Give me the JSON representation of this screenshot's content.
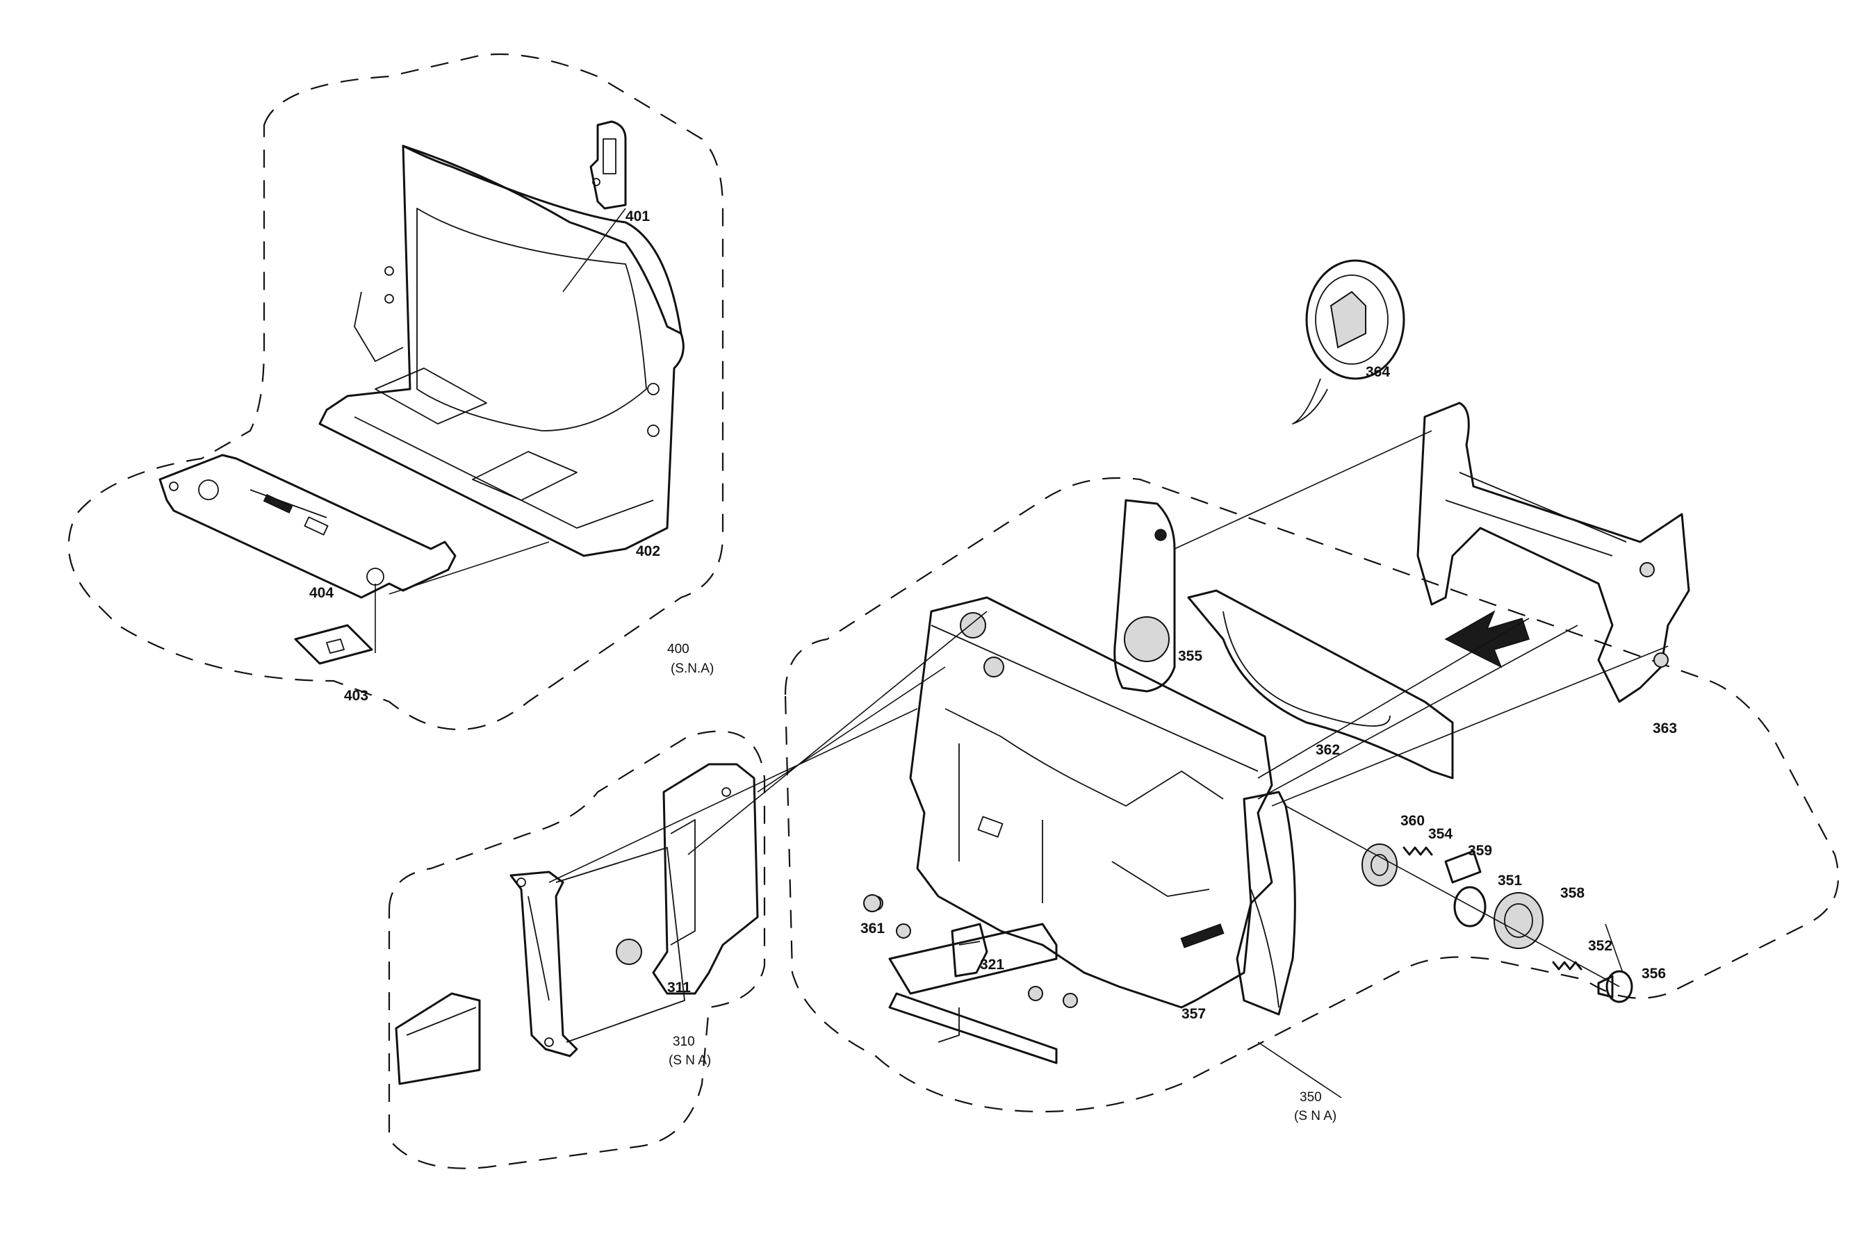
{
  "groups": {
    "g400": {
      "number": "400",
      "note": "(S.N.A)"
    },
    "g310": {
      "number": "310",
      "note": "(S N A)"
    },
    "g350": {
      "number": "350",
      "note": "(S N A)"
    }
  },
  "parts": {
    "p401": "401",
    "p402": "402",
    "p403": "403",
    "p404": "404",
    "p311": "311",
    "p321": "321",
    "p351": "351",
    "p352": "352",
    "p354": "354",
    "p355": "355",
    "p356": "356",
    "p357": "357",
    "p358": "358",
    "p359": "359",
    "p360": "360",
    "p361": "361",
    "p362": "362",
    "p363": "363",
    "p364": "364"
  }
}
